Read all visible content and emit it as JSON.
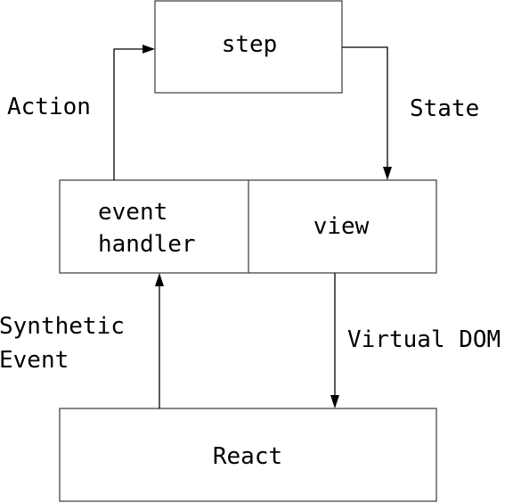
{
  "nodes": {
    "step": "step",
    "event_handler": [
      "event",
      "handler"
    ],
    "view": "view",
    "react": "React"
  },
  "edges": {
    "action": "Action",
    "state": "State",
    "synthetic_event": [
      "Synthetic",
      "Event"
    ],
    "virtual_dom": "Virtual DOM"
  }
}
